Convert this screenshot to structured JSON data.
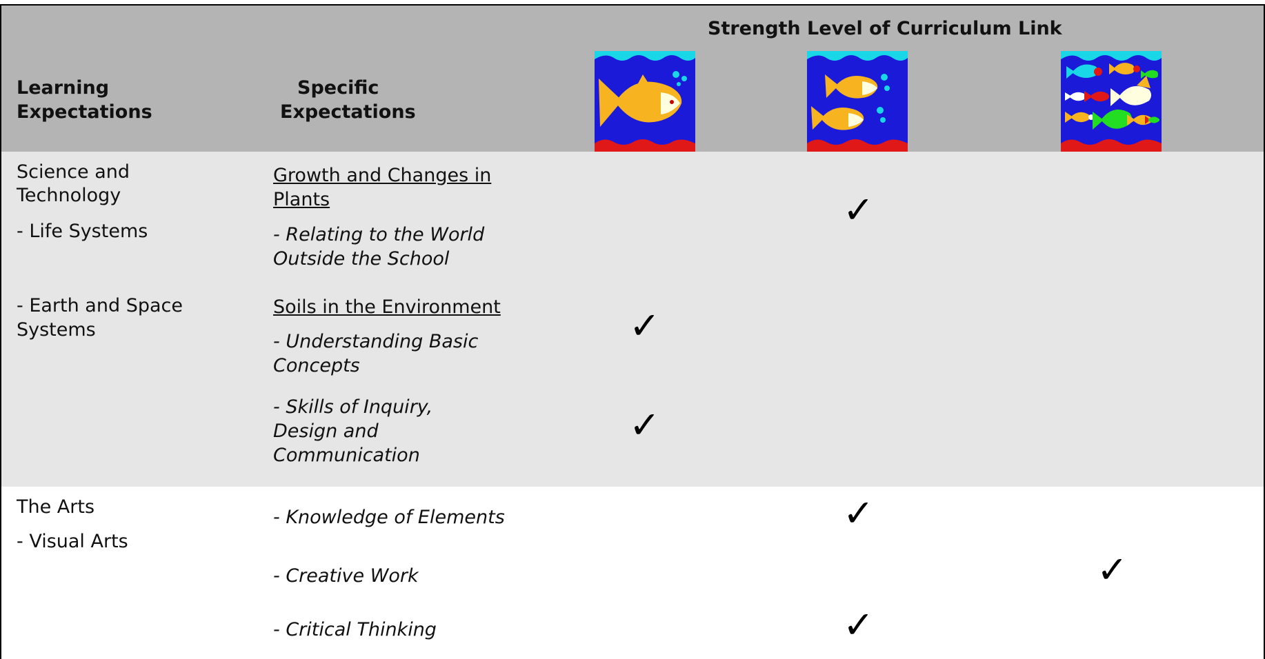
{
  "header": {
    "strength_title": "Strength Level of Curriculum Link",
    "col_learning": [
      "Learning",
      "Expectations"
    ],
    "col_specific": [
      "Specific",
      "Expectations"
    ],
    "levels": [
      {
        "icon": "one-fish-icon"
      },
      {
        "icon": "two-fish-icon"
      },
      {
        "icon": "school-of-fish-icon"
      }
    ]
  },
  "science": {
    "learning": [
      "Science and",
      "Technology",
      "- Life Systems",
      "- Earth and Space",
      "Systems"
    ],
    "topic1": [
      "Growth and Changes in",
      "Plants"
    ],
    "topic1_item": [
      "- Relating to the World",
      "Outside the School"
    ],
    "topic2": "Soils in the Environment",
    "topic2_items": [
      [
        "- Understanding Basic",
        "Concepts"
      ],
      [
        "- Skills of Inquiry,",
        "Design and",
        "Communication"
      ]
    ]
  },
  "arts": {
    "learning": [
      "The Arts",
      "- Visual Arts"
    ],
    "items": [
      "- Knowledge of Elements",
      "- Creative Work",
      "- Critical Thinking"
    ]
  },
  "check_glyph": "✓",
  "colors": {
    "header_bg": "#b4b4b4",
    "science_bg": "#e6e6e6",
    "arts_bg": "#ffffff",
    "water": "#1a1ad8",
    "wave_top": "#19d7e6",
    "wave_bottom": "#e01818",
    "fish_yellow": "#f7b320"
  }
}
